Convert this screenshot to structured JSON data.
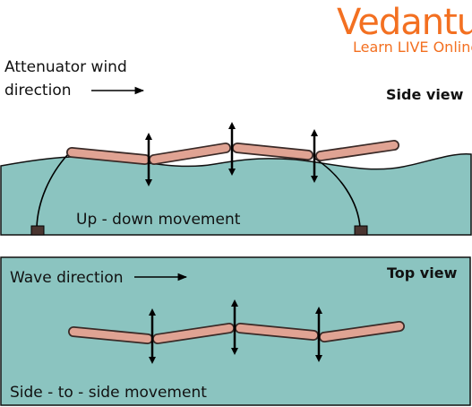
{
  "logo": {
    "name": "Vedantu",
    "tagline": "Learn LIVE Online"
  },
  "side_view": {
    "title": "Side view",
    "wind_label_line1": "Attenuator wind",
    "wind_label_line2": "direction",
    "movement_label": "Up - down movement"
  },
  "top_view": {
    "title": "Top view",
    "wave_label": "Wave direction",
    "movement_label": "Side - to - side movement"
  },
  "colors": {
    "water": "#8bc4c0",
    "segment": "#e0a393",
    "logo": "#f37021",
    "anchor": "#4a3530"
  }
}
